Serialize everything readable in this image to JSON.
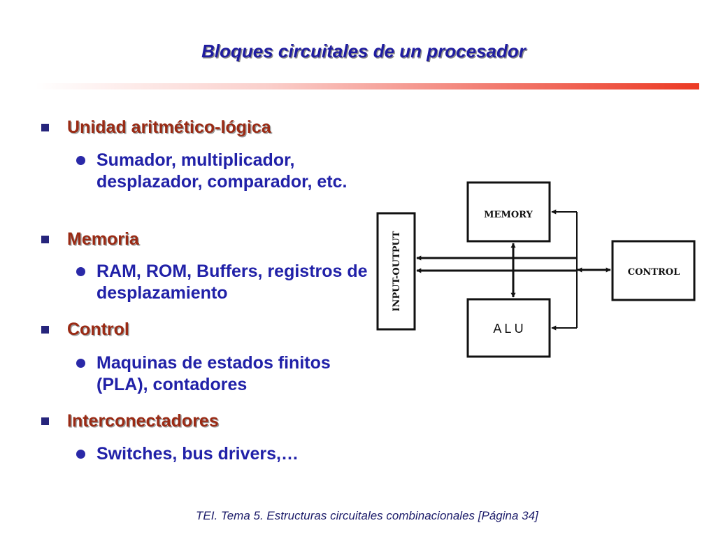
{
  "slide": {
    "title": "Bloques circuitales de un procesador",
    "footer": "TEI. Tema 5. Estructuras circuitales combinacionales [Página 34]"
  },
  "bullets": [
    {
      "heading": "Unidad aritmético-lógica",
      "items": [
        "Sumador, multiplicador, desplazador, comparador, etc."
      ]
    },
    {
      "heading": "Memoria",
      "items": [
        "RAM, ROM, Buffers, registros de desplazamiento"
      ]
    },
    {
      "heading": "Control",
      "items": [
        "Maquinas de estados finitos (PLA), contadores"
      ]
    },
    {
      "heading": "Interconectadores",
      "items": [
        "Switches, bus drivers,…"
      ]
    }
  ],
  "diagram": {
    "blocks": {
      "memory": "MEMORY",
      "alu": "A L U",
      "control": "CONTROL",
      "io": "INPUT-OUTPUT"
    },
    "colors": {
      "stroke": "#111111",
      "fill": "#ffffff"
    }
  }
}
